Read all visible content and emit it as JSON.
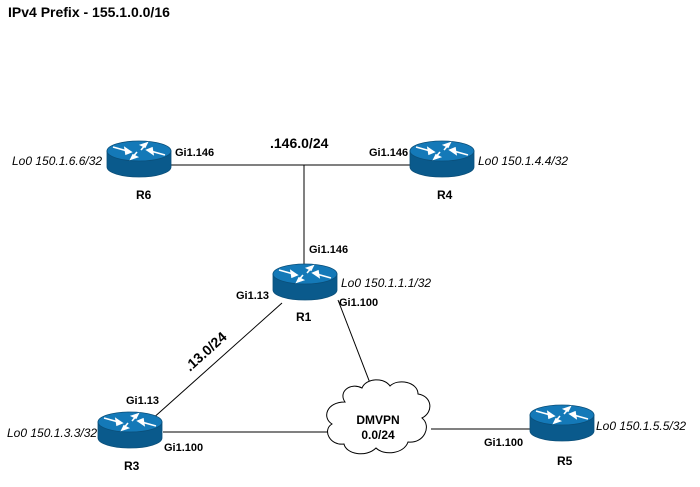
{
  "title": "IPv4 Prefix - 155.1.0.0/16",
  "routers": {
    "r6": {
      "name": "R6",
      "loopback": "Lo0 150.1.6.6/32",
      "intf": "Gi1.146"
    },
    "r4": {
      "name": "R4",
      "loopback": "Lo0 150.1.4.4/32",
      "intf": "Gi1.146"
    },
    "r1": {
      "name": "R1",
      "loopback": "Lo0 150.1.1.1/32",
      "intf_top": "Gi1.146",
      "intf_left": "Gi1.13",
      "intf_right": "Gi1.100"
    },
    "r3": {
      "name": "R3",
      "loopback": "Lo0 150.1.3.3/32",
      "intf_top": "Gi1.13",
      "intf_right": "Gi1.100"
    },
    "r5": {
      "name": "R5",
      "loopback": "Lo0 150.1.5.5/32",
      "intf": "Gi1.100"
    }
  },
  "subnets": {
    "s146": ".146.0/24",
    "s13": ".13.0/24"
  },
  "cloud": {
    "line1": "DMVPN",
    "line2": "0.0/24"
  },
  "colors": {
    "router_top": "#0f6fa8",
    "router_side": "#0a5a8c",
    "router_edge": "#1e88c8"
  }
}
